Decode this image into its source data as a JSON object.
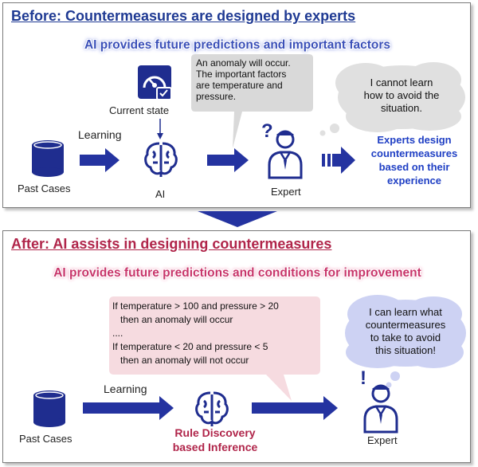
{
  "before": {
    "title": "Before: Countermeasures are designed by experts",
    "subtitle": "AI provides future predictions and important factors",
    "current_state_label": "Current state",
    "past_cases_label": "Past Cases",
    "learning_label": "Learning",
    "ai_label": "AI",
    "expert_label": "Expert",
    "callout_lines": [
      "An anomaly will occur.",
      "The important factors",
      "are temperature and",
      "pressure."
    ],
    "cloud_lines": [
      "I cannot learn",
      "how to avoid the",
      "situation."
    ],
    "result_lines": [
      "Experts design",
      "countermeasures",
      "based on their",
      "experience"
    ]
  },
  "after": {
    "title": "After: AI assists in designing countermeasures",
    "subtitle": "AI provides future predictions and conditions for improvement",
    "rule_lines": [
      "If temperature > 100 and pressure > 20",
      "  then an anomaly will occur",
      "....",
      "If temperature < 20 and pressure < 5",
      "  then an anomaly will not occur"
    ],
    "cloud_lines": [
      "I can learn what",
      "countermeasures",
      "to take to avoid",
      "this situation!"
    ],
    "past_cases_label": "Past Cases",
    "learning_label": "Learning",
    "inference_lines": [
      "Rule Discovery",
      "based Inference"
    ],
    "expert_label": "Expert"
  },
  "colors": {
    "navy": "#1f2d8f",
    "arrow": "#2433a0",
    "blue_title": "#1f3a93",
    "red_title": "#b0254a",
    "gray_callout": "#d9d9d9",
    "pink_callout": "#f6dbe0",
    "lavender_cloud": "#cdd2f3",
    "gray_cloud": "#e0e0e0"
  }
}
